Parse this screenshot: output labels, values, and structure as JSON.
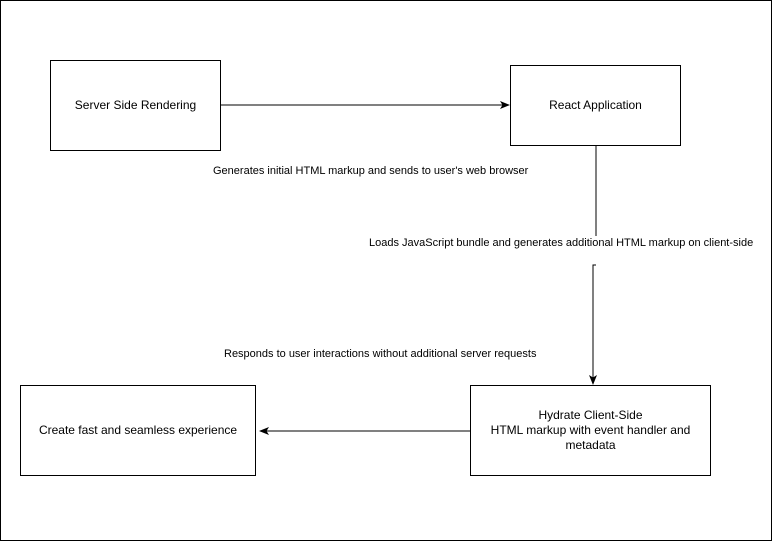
{
  "diagram": {
    "nodes": {
      "ssr": "Server Side Rendering",
      "react": "React Application",
      "hydrate_line1": "Hydrate Client-Side",
      "hydrate_line2": "HTML markup with event handler and",
      "hydrate_line3": "metadata",
      "fast": "Create fast and seamless experience"
    },
    "edge_labels": {
      "generates": "Generates initial HTML markup and sends to user's web browser",
      "loads": "Loads JavaScript bundle and generates additional HTML markup on client-side",
      "responds": "Responds to user interactions without additional server requests"
    },
    "colors": {
      "stroke": "#000000",
      "background": "#ffffff"
    }
  }
}
